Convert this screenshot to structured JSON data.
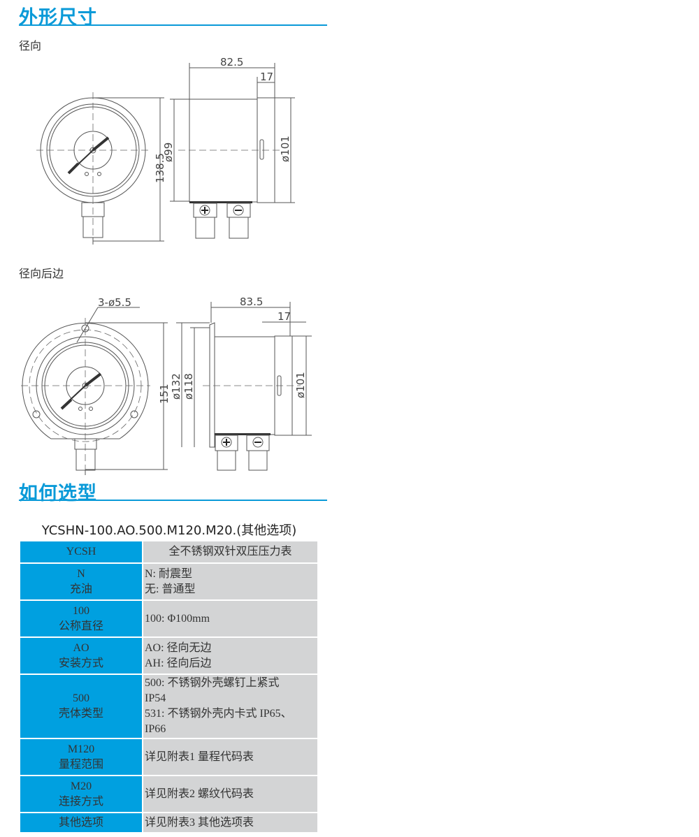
{
  "section1": {
    "title": "外形尺寸",
    "views": [
      {
        "label": "径向",
        "dims": {
          "width": "82.5",
          "ring": "17",
          "height": "138.5",
          "body_dia": "ø99",
          "ring_dia": "ø101"
        }
      },
      {
        "label": "径向后边",
        "dims": {
          "holes": "3-ø5.5",
          "width": "83.5",
          "ring": "17",
          "height": "151",
          "flange_dia": "ø132",
          "bolt_dia": "ø118",
          "ring_dia": "ø101"
        }
      }
    ]
  },
  "section2": {
    "title": "如何选型",
    "model": "YCSHN-100.AO.500.M120.M20.(其他选项)",
    "rows": [
      {
        "key": [
          "YCSH"
        ],
        "value": [
          "全不锈钢双针双压压力表"
        ],
        "center": true
      },
      {
        "key": [
          "N",
          "充油"
        ],
        "value": [
          "N:  耐震型",
          "无:  普通型"
        ]
      },
      {
        "key": [
          "100",
          "公称直径"
        ],
        "value": [
          "100:  Φ100mm"
        ]
      },
      {
        "key": [
          "AO",
          "安装方式"
        ],
        "value": [
          "AO:  径向无边",
          "AH:  径向后边"
        ]
      },
      {
        "key": [
          "500",
          "壳体类型"
        ],
        "value": [
          "500:  不锈钢外壳螺钉上紧式",
          "IP54",
          "531:  不锈钢外壳内卡式 IP65、",
          "IP66"
        ]
      },
      {
        "key": [
          "M120",
          "量程范围"
        ],
        "value": [
          "详见附表1  量程代码表"
        ]
      },
      {
        "key": [
          "M20",
          "连接方式"
        ],
        "value": [
          "详见附表2   螺纹代码表"
        ]
      },
      {
        "key": [
          "其他选项"
        ],
        "value": [
          "详见附表3  其他选项表"
        ]
      }
    ]
  },
  "colors": {
    "accent": "#0a9ad8",
    "key_cell": "#00a0e0",
    "value_cell": "#d3d4d5"
  }
}
